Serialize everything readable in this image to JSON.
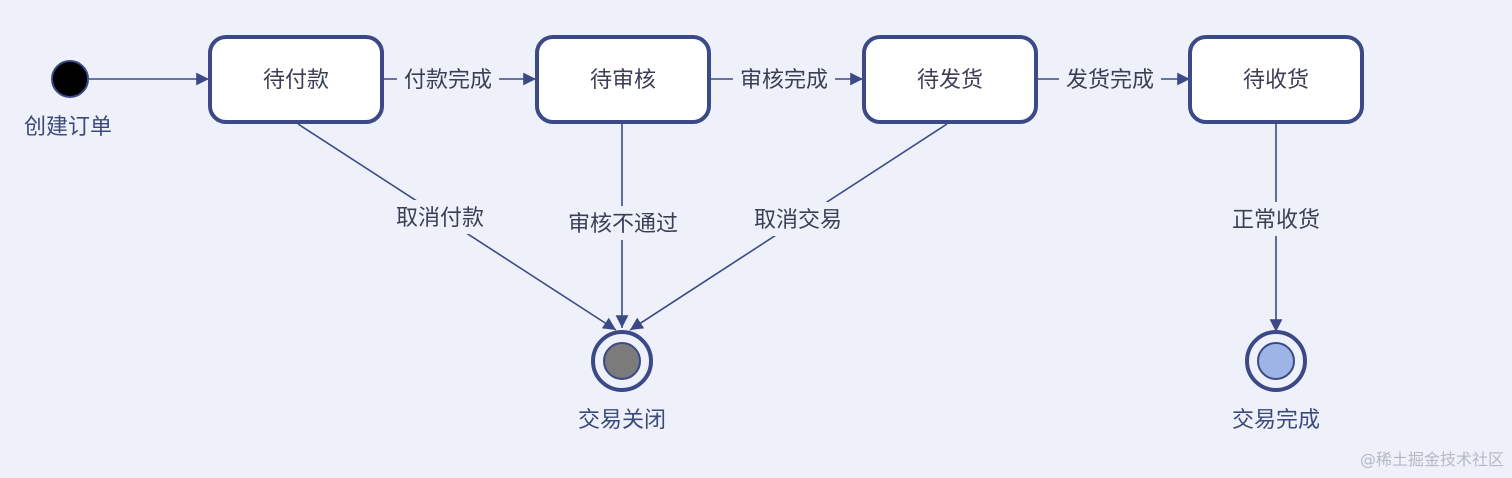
{
  "nodes": {
    "start_label": "创建订单",
    "closed_label": "交易关闭",
    "complete_label": "交易完成"
  },
  "states": {
    "pending_payment": "待付款",
    "pending_review": "待审核",
    "pending_shipment": "待发货",
    "pending_receipt": "待收货"
  },
  "transitions": {
    "payment_done": "付款完成",
    "review_done": "审核完成",
    "shipment_done": "发货完成",
    "cancel_payment": "取消付款",
    "review_rejected": "审核不通过",
    "cancel_trade": "取消交易",
    "normal_receipt": "正常收货"
  },
  "watermark": "@稀土掘金技术社区",
  "colors": {
    "background": "#eef1f9",
    "stroke": "#3b4a86",
    "closed_fill": "#7b7b7b",
    "complete_fill": "#9fb4e6"
  }
}
